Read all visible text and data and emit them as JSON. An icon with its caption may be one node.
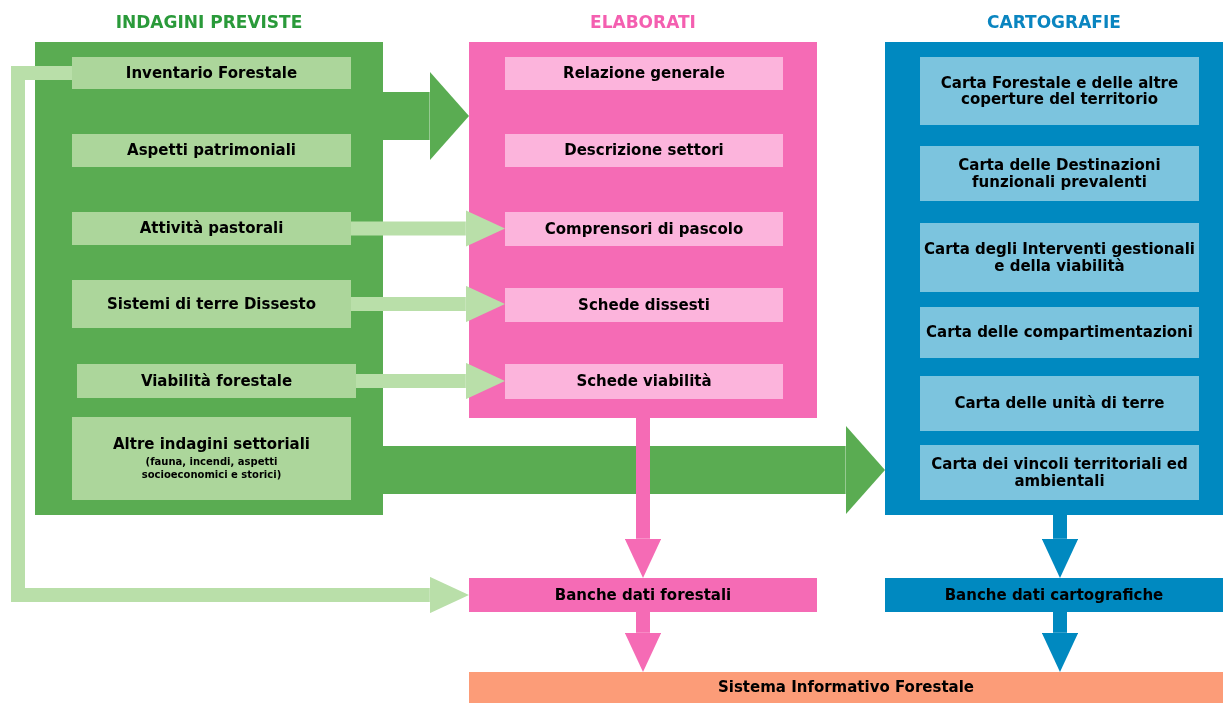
{
  "diagram": {
    "nodes": [
      {
        "text": [
          "INDAGINI PREVISTE"
        ]
      },
      {
        "text": [
          "Inventario Forestale"
        ],
        "in": 0
      },
      {
        "text": [
          "Aspetti patrimoniali"
        ],
        "in": 0
      },
      {
        "text": [
          "Attività pastorali"
        ],
        "in": 0
      },
      {
        "text": [
          "Sistemi di terre Dissesto"
        ],
        "in": 0
      },
      {
        "text": [
          "Viabilità forestale"
        ],
        "in": 0
      },
      {
        "text": [
          "Altre indagini settoriali",
          "(fauna, incendi, aspetti socioeconomici e storici)"
        ],
        "in": 0
      },
      {
        "text": [
          "ELABORATI"
        ]
      },
      {
        "text": [
          "Relazione generale"
        ],
        "in": 7
      },
      {
        "text": [
          "Descrizione settori"
        ],
        "in": 7
      },
      {
        "text": [
          "Comprensori di pascolo"
        ],
        "in": 7
      },
      {
        "text": [
          "Schede dissesti"
        ],
        "in": 7
      },
      {
        "text": [
          "Schede viabilità"
        ],
        "in": 7
      },
      {
        "text": [
          "CARTOGRAFIE"
        ]
      },
      {
        "text": [
          "Carta Forestale e delle altre coperture del territorio"
        ],
        "in": 13
      },
      {
        "text": [
          "Carta delle Destinazioni funzionali prevalenti"
        ],
        "in": 13
      },
      {
        "text": [
          "Carta degli Interventi gestionali e della viabilità"
        ],
        "in": 13
      },
      {
        "text": [
          "Carta delle compartimentazioni"
        ],
        "in": 13
      },
      {
        "text": [
          "Carta delle unità di terre"
        ],
        "in": 13
      },
      {
        "text": [
          "Carta dei vincoli territoriali ed ambientali"
        ],
        "in": 13
      },
      {
        "text": [
          "Banche dati forestali"
        ]
      },
      {
        "text": [
          "Banche dati cartografiche"
        ]
      },
      {
        "text": [
          "Sistema Informativo Forestale"
        ]
      }
    ],
    "edges": [
      {
        "from": 0,
        "to": 7,
        "arrow": "to",
        "style": "thick",
        "color": "#5aac52"
      },
      {
        "from": 3,
        "to": 10,
        "arrow": "to",
        "color": "#b9dfa9"
      },
      {
        "from": 4,
        "to": 11,
        "arrow": "to",
        "color": "#b9dfa9"
      },
      {
        "from": 5,
        "to": 12,
        "arrow": "to",
        "color": "#b9dfa9"
      },
      {
        "from": 0,
        "to": 13,
        "arrow": "to",
        "style": "thick",
        "color": "#5aac52"
      },
      {
        "from": 1,
        "to": 20,
        "arrow": "to",
        "color": "#b9dfa9"
      },
      {
        "from": 7,
        "to": 20,
        "arrow": "to",
        "color": "#f56bb5"
      },
      {
        "from": 20,
        "to": 22,
        "arrow": "to",
        "color": "#f56bb5"
      },
      {
        "from": 13,
        "to": 21,
        "arrow": "to",
        "color": "#0089c0"
      },
      {
        "from": 21,
        "to": 22,
        "arrow": "to",
        "color": "#0089c0"
      }
    ]
  }
}
